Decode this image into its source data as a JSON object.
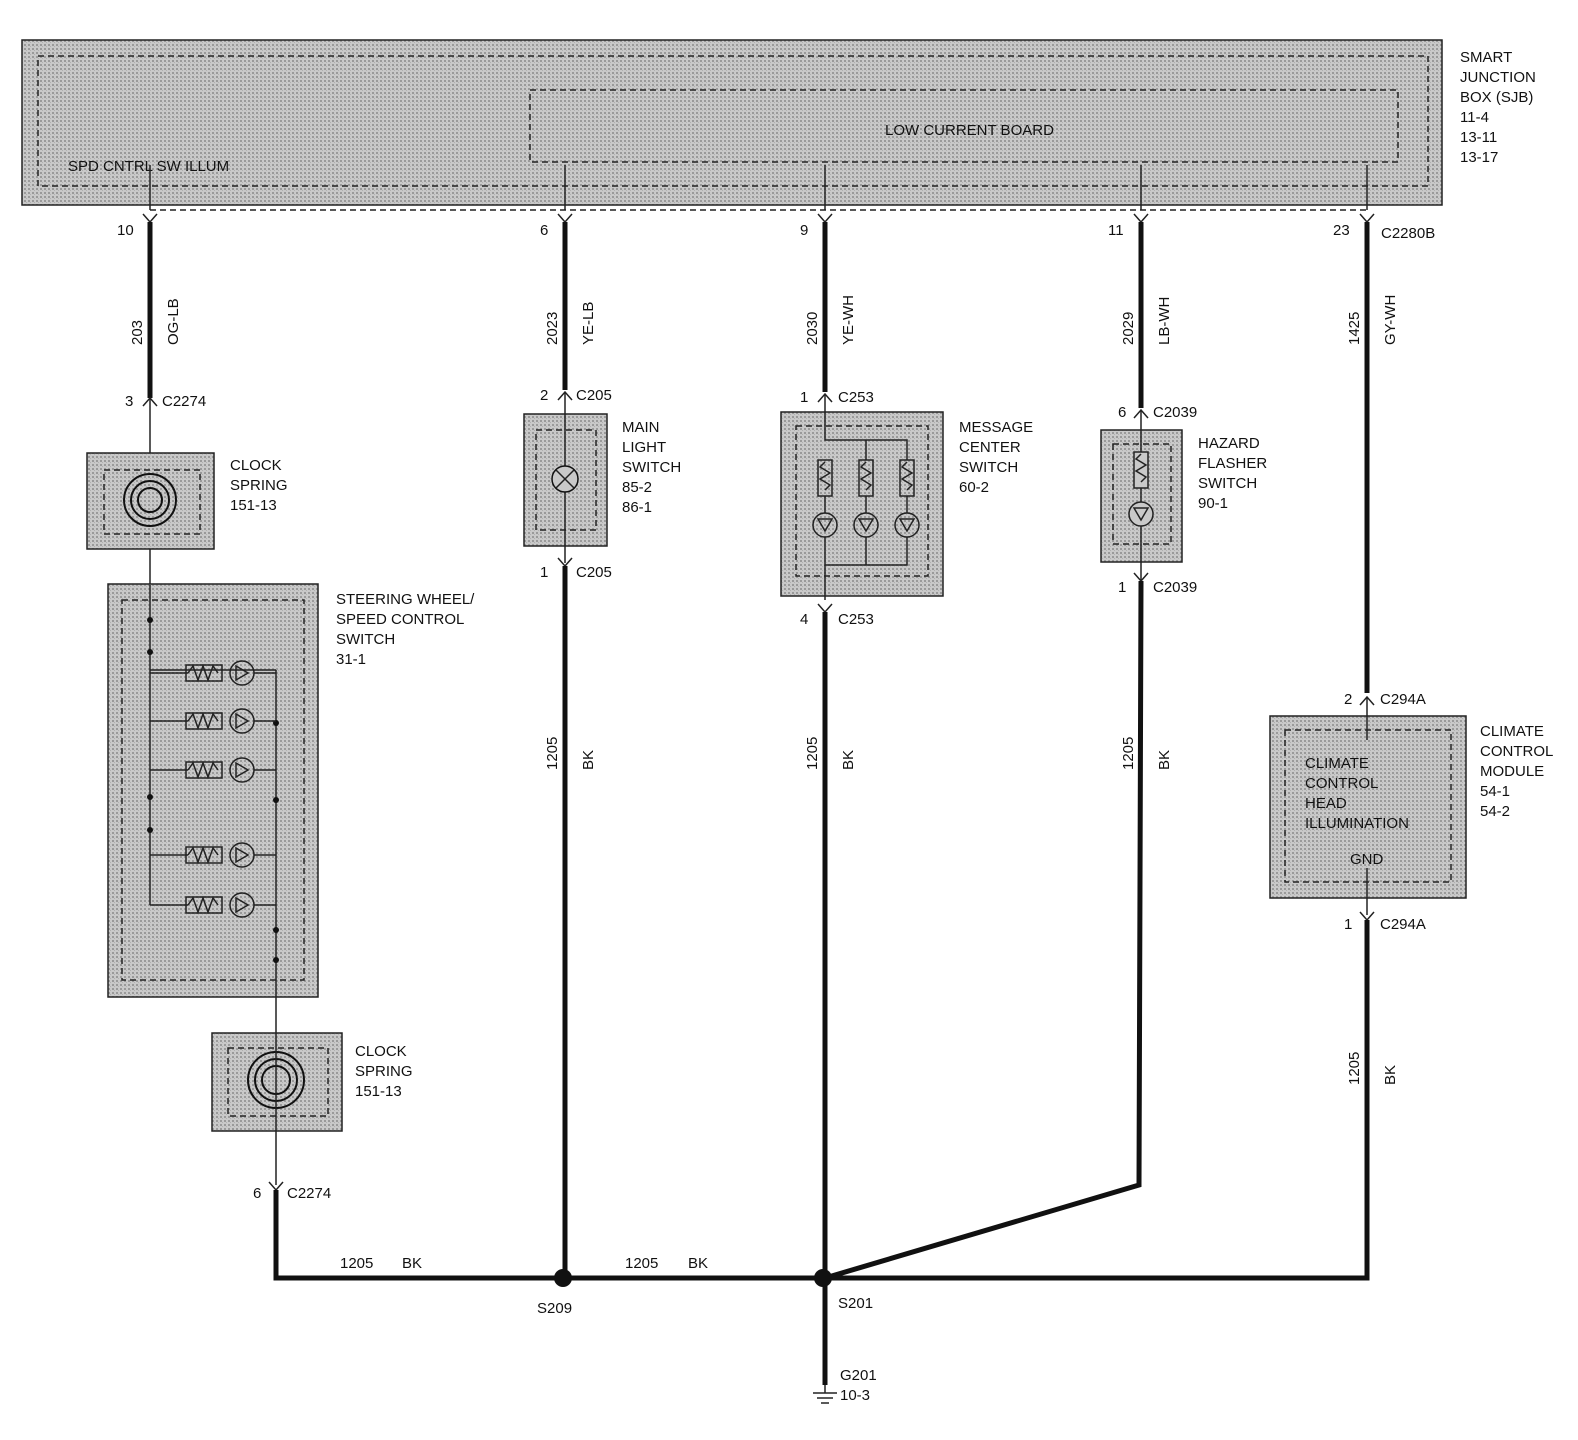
{
  "sjb": {
    "title_lines": [
      "SMART",
      "JUNCTION",
      "BOX (SJB)",
      "11-4",
      "13-11",
      "13-17"
    ],
    "low_current_board": "LOW  CURRENT  BOARD",
    "spd_cntrl": "SPD CNTRL SW ILLUM"
  },
  "branches": [
    {
      "pin": "10",
      "circuit": "203",
      "color": "OG-LB",
      "lower_pin": "3",
      "lower_connector": "C2274"
    },
    {
      "pin": "6",
      "circuit": "2023",
      "color": "YE-LB",
      "lower_pin": "2",
      "lower_connector": "C205"
    },
    {
      "pin": "9",
      "circuit": "2030",
      "color": "YE-WH",
      "lower_pin": "1",
      "lower_connector": "C253"
    },
    {
      "pin": "11",
      "circuit": "2029",
      "color": "LB-WH",
      "lower_pin": "6",
      "lower_connector": "C2039"
    },
    {
      "pin": "23",
      "connector": "C2280B",
      "circuit": "1425",
      "color": "GY-WH",
      "lower_pin": "2",
      "lower_connector": "C294A"
    }
  ],
  "components": {
    "clock_spring_1": [
      "CLOCK",
      "SPRING",
      "151-13"
    ],
    "steering": [
      "STEERING WHEEL/",
      "SPEED CONTROL",
      "SWITCH",
      "31-1"
    ],
    "clock_spring_2": [
      "CLOCK",
      "SPRING",
      "151-13"
    ],
    "main_light": [
      "MAIN",
      "LIGHT",
      "SWITCH",
      "85-2",
      "86-1"
    ],
    "message_center": [
      "MESSAGE",
      "CENTER",
      "SWITCH",
      "60-2"
    ],
    "hazard": [
      "HAZARD",
      "FLASHER",
      "SWITCH",
      "90-1"
    ],
    "climate_module": [
      "CLIMATE",
      "CONTROL",
      "MODULE",
      "54-1",
      "54-2"
    ],
    "climate_inner": [
      "CLIMATE",
      "CONTROL",
      "HEAD",
      "ILLUMINATION"
    ],
    "climate_gnd": "GND"
  },
  "ground_connectors": {
    "c205_pin": "1",
    "c205": "C205",
    "c253_pin": "4",
    "c253": "C253",
    "c2039_pin": "1",
    "c2039": "C2039",
    "c294a_pin": "1",
    "c294a": "C294A",
    "c2274_pin": "6",
    "c2274": "C2274"
  },
  "ground_wires": {
    "circuit": "1205",
    "color": "BK"
  },
  "splices": {
    "s209": "S209",
    "s201": "S201"
  },
  "ground": {
    "name": "G201",
    "ref": "10-3"
  }
}
